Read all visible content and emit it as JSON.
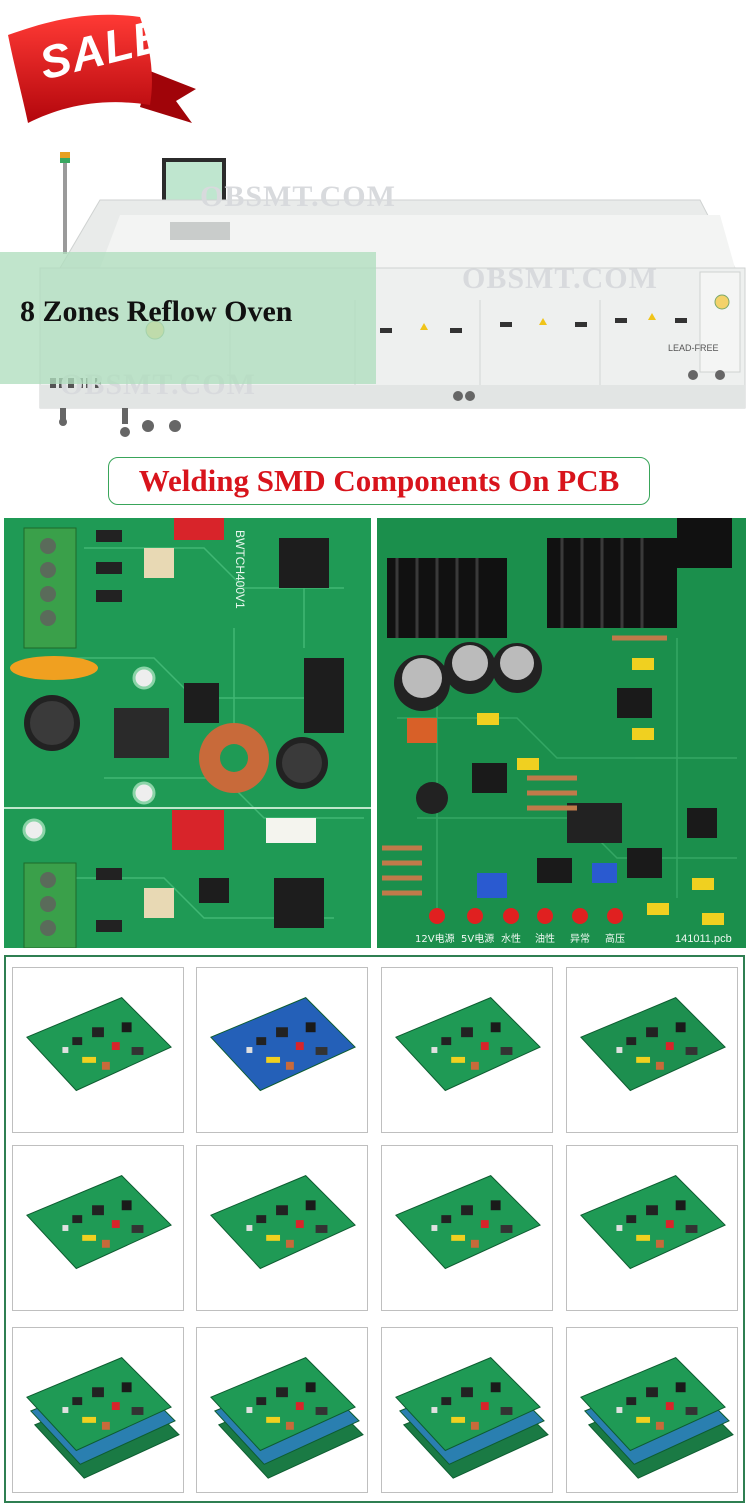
{
  "hero": {
    "sale_badge": "SALE",
    "title": "8 Zones Reflow Oven",
    "watermark": "OBSMT.COM",
    "panel_label": "LEAD-FREE"
  },
  "subtitle": "Welding SMD Components On PCB",
  "closeup_left": {
    "markings": [
      "BWTCH400V1"
    ]
  },
  "closeup_right": {
    "board_id": "141011.pcb",
    "led_labels": [
      "12V电源",
      "5V电源",
      "水性",
      "油性",
      "异常",
      "高压"
    ]
  },
  "colors": {
    "pcb_green": "#1f9a55",
    "pcb_dark": "#117a3f",
    "accent_red": "#d8141c",
    "border_green": "#2f7f52",
    "oven_white": "#eef0ef"
  },
  "gallery": {
    "items": [
      {
        "name": "pcb-board-1"
      },
      {
        "name": "pcb-board-2"
      },
      {
        "name": "pcb-board-3"
      },
      {
        "name": "pcb-board-4"
      },
      {
        "name": "pcb-board-5"
      },
      {
        "name": "pcb-board-6"
      },
      {
        "name": "pcb-board-7"
      },
      {
        "name": "pcb-board-8"
      },
      {
        "name": "pcb-board-9"
      },
      {
        "name": "pcb-board-10"
      },
      {
        "name": "pcb-board-11"
      },
      {
        "name": "pcb-board-12"
      }
    ]
  }
}
